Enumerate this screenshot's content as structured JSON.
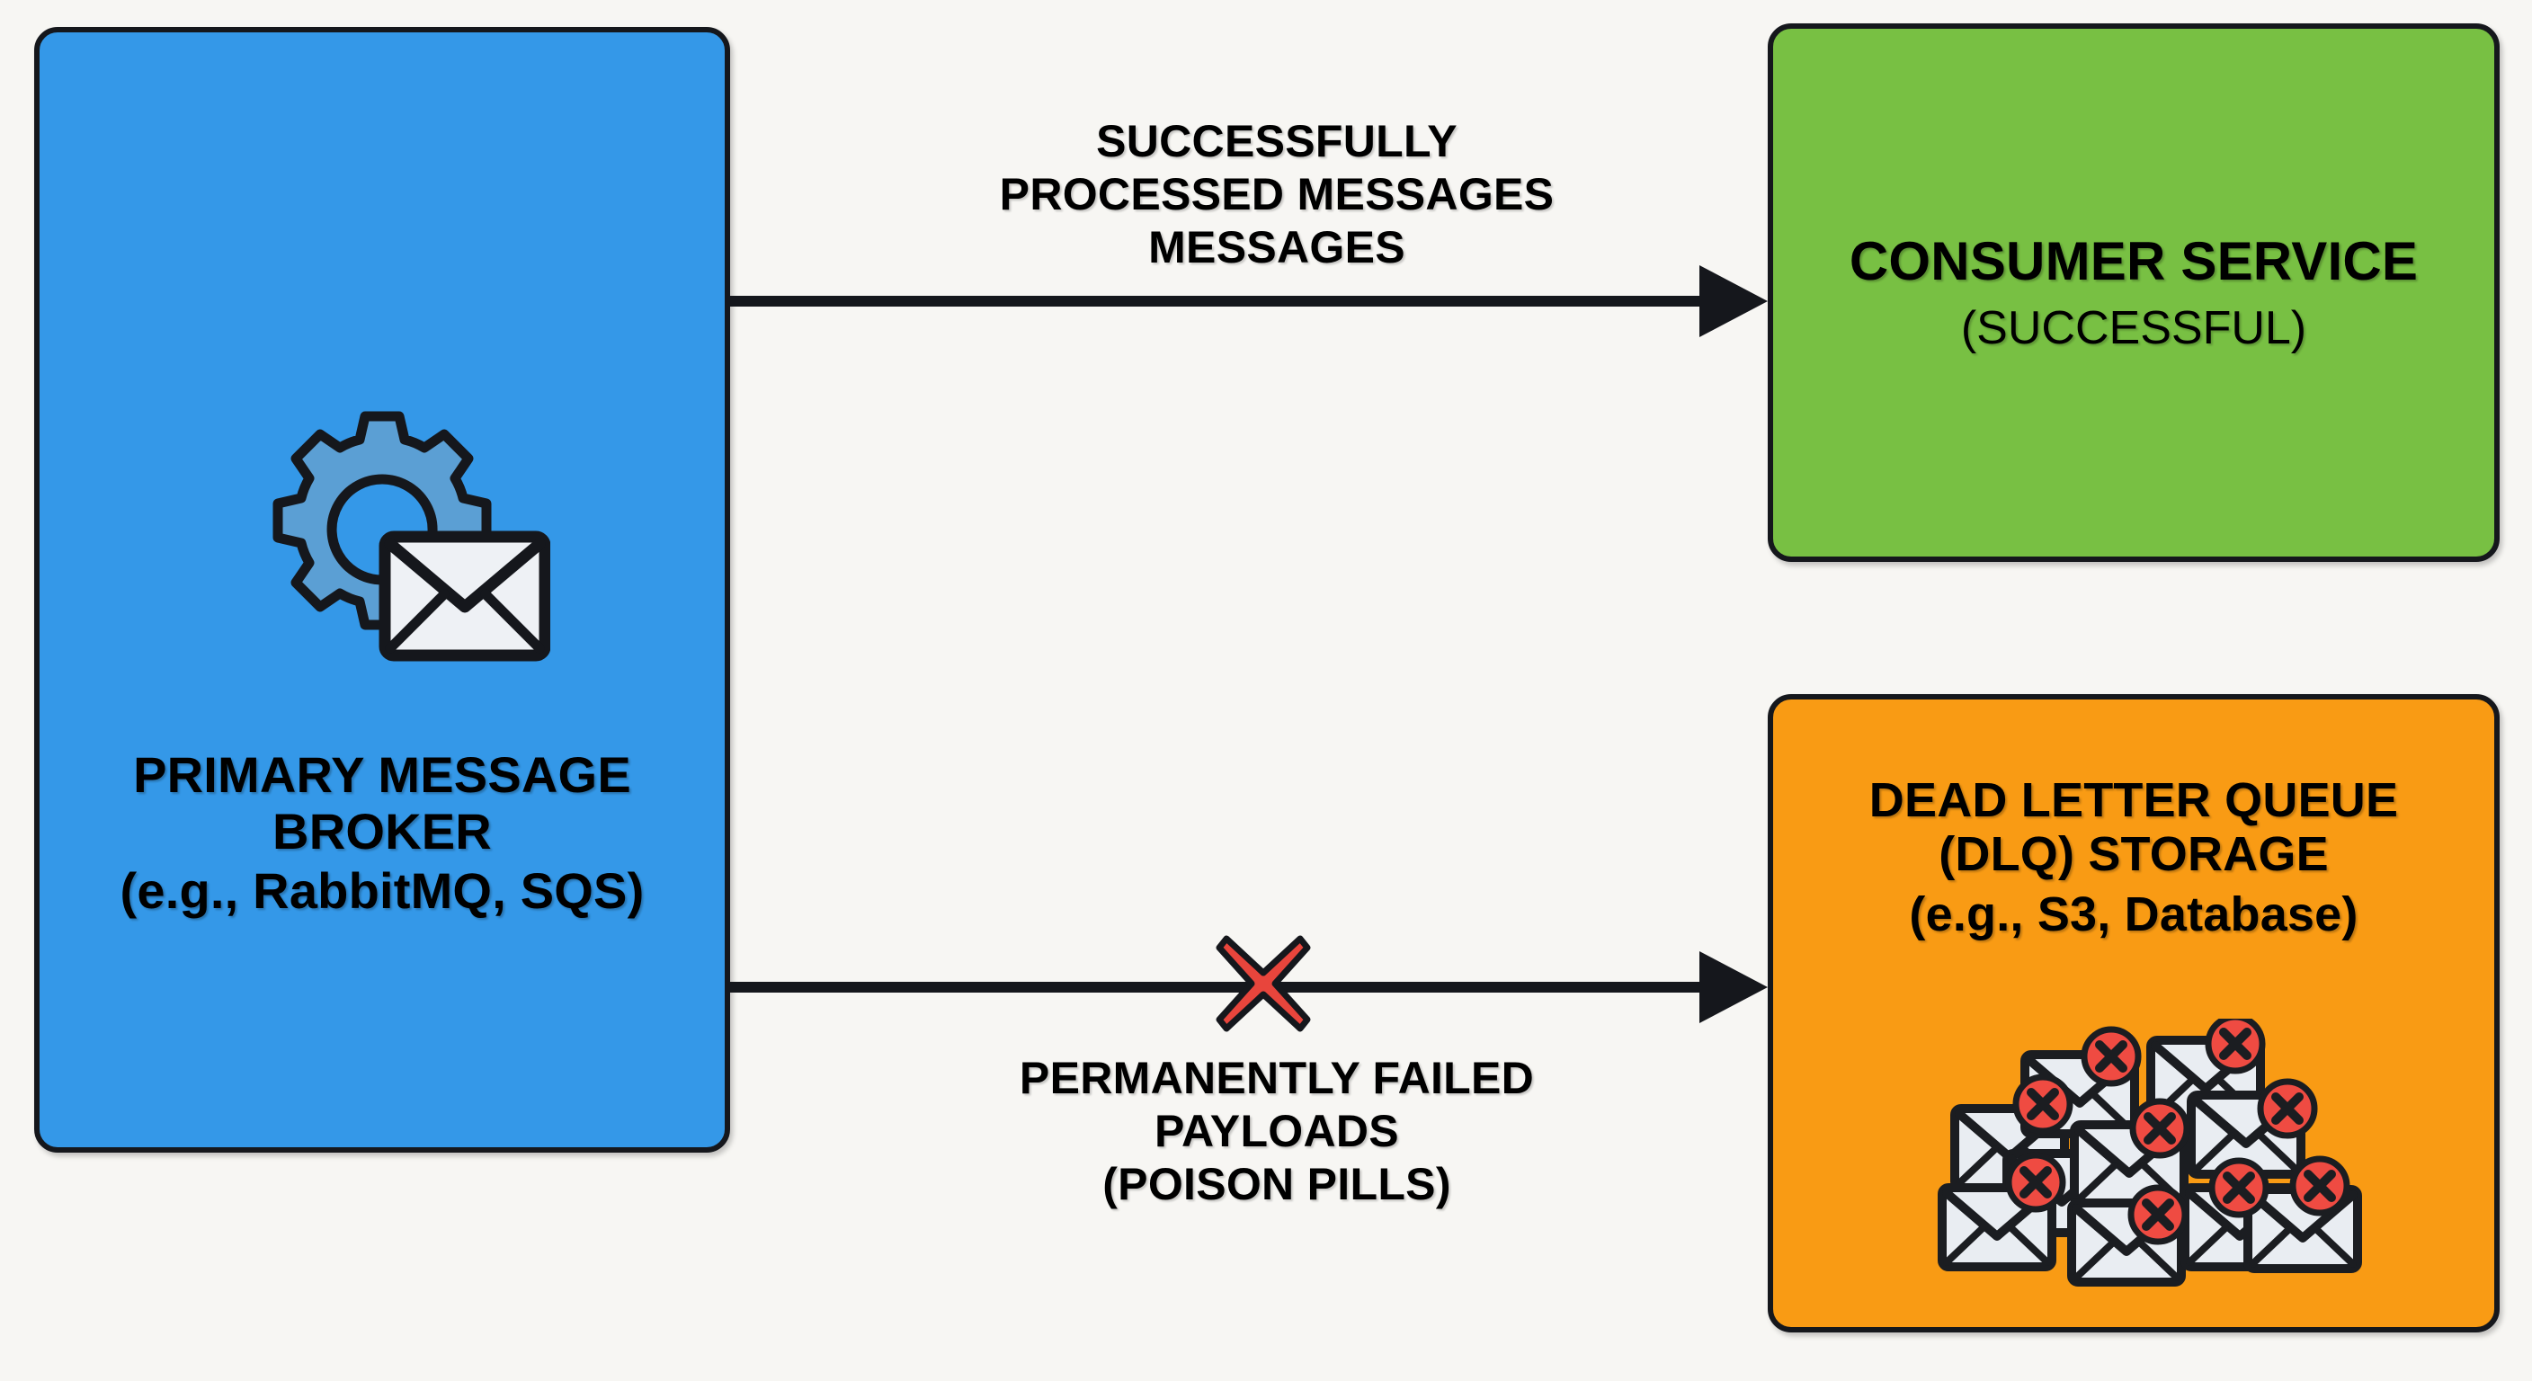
{
  "diagram": {
    "background_color": "#f7f6f3",
    "nodes": {
      "broker": {
        "title": "PRIMARY MESSAGE\nBROKER",
        "subtitle": "(e.g., RabbitMQ, SQS)",
        "color": "#3498e8",
        "icon": "gear-envelope-icon"
      },
      "consumer": {
        "title": "CONSUMER SERVICE",
        "subtitle": "(SUCCESSFUL)",
        "color": "#78c043"
      },
      "dlq": {
        "title": "DEAD LETTER QUEUE\n(DLQ) STORAGE",
        "subtitle": "(e.g., S3, Database)",
        "color": "#f99b14",
        "icon": "failed-envelopes-icon"
      }
    },
    "edges": {
      "success": {
        "label": "SUCCESSFULLY\nPROCESSED MESSAGES\nMESSAGES",
        "from": "broker",
        "to": "consumer",
        "color": "#15171c"
      },
      "failed": {
        "label": "PERMANENTLY FAILED\nPAYLOADS\n(POISON PILLS)",
        "from": "broker",
        "to": "dlq",
        "color": "#15171c",
        "marker": "red-x-icon",
        "marker_color": "#e8453c"
      }
    }
  }
}
